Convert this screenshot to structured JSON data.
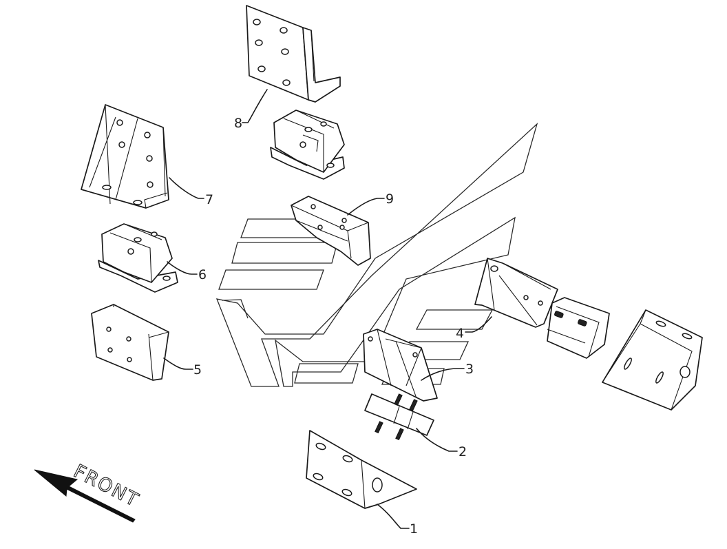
{
  "callouts": [
    {
      "id": "1",
      "text": "1"
    },
    {
      "id": "2",
      "text": "2"
    },
    {
      "id": "3",
      "text": "3"
    },
    {
      "id": "4",
      "text": "4"
    },
    {
      "id": "5",
      "text": "5"
    },
    {
      "id": "6",
      "text": "6"
    },
    {
      "id": "7",
      "text": "7"
    },
    {
      "id": "8",
      "text": "8"
    },
    {
      "id": "9",
      "text": "9"
    }
  ],
  "direction": {
    "label": "FRONT",
    "icon": "arrow-left-down-icon"
  },
  "colors": {
    "line": "#1a1a1a",
    "background": "#ffffff"
  }
}
